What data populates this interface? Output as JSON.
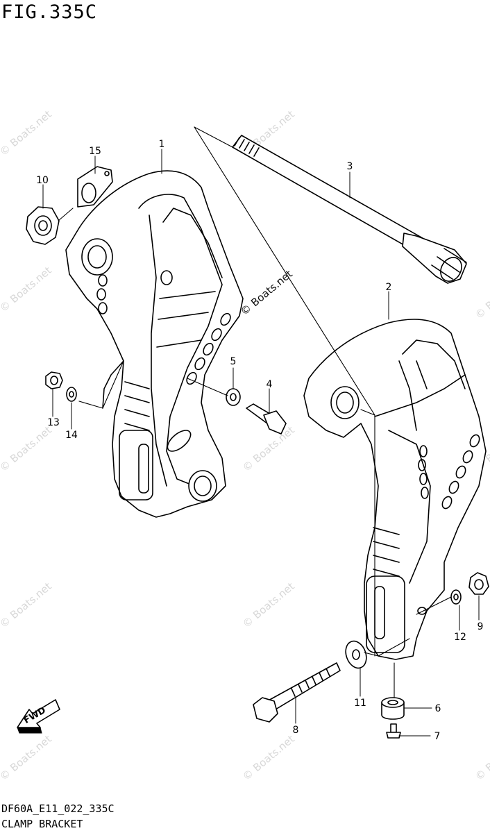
{
  "figure": {
    "title": "FIG.335C",
    "drawing_code": "DF60A_E11_022_335C",
    "caption": "CLAMP BRACKET"
  },
  "watermark": {
    "text": "© Boats.net"
  },
  "fwd_label": "FWD",
  "callouts": [
    {
      "id": "1",
      "label": "1",
      "part": "clamp-bracket-port"
    },
    {
      "id": "2",
      "label": "2",
      "part": "clamp-bracket-starboard"
    },
    {
      "id": "3",
      "label": "3",
      "part": "clamp-bracket-shaft"
    },
    {
      "id": "4",
      "label": "4",
      "part": "tilt-stopper-bolt"
    },
    {
      "id": "5",
      "label": "5",
      "part": "washer"
    },
    {
      "id": "6",
      "label": "6",
      "part": "spacer"
    },
    {
      "id": "7",
      "label": "7",
      "part": "screw"
    },
    {
      "id": "8",
      "label": "8",
      "part": "bolt"
    },
    {
      "id": "9",
      "label": "9",
      "part": "nut"
    },
    {
      "id": "10",
      "label": "10",
      "part": "nut"
    },
    {
      "id": "11",
      "label": "11",
      "part": "washer"
    },
    {
      "id": "12",
      "label": "12",
      "part": "washer"
    },
    {
      "id": "13",
      "label": "13",
      "part": "nut"
    },
    {
      "id": "14",
      "label": "14",
      "part": "washer"
    },
    {
      "id": "15",
      "label": "15",
      "part": "plate"
    }
  ]
}
